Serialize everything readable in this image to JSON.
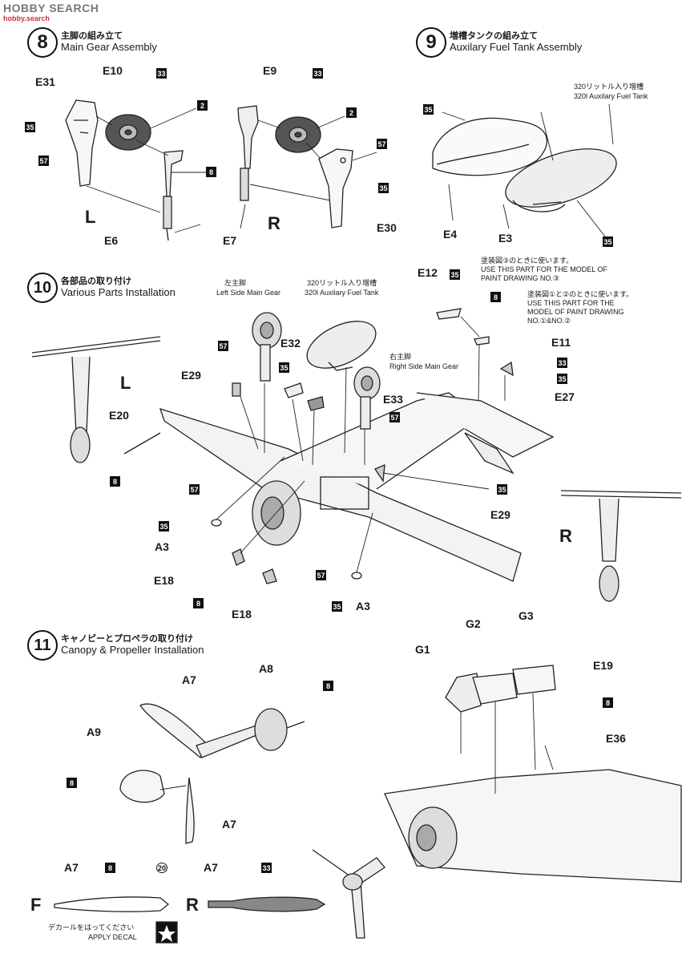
{
  "watermark": {
    "main": "HOBBY SEARCH",
    "sub": "hobby.search"
  },
  "steps": [
    {
      "number": "8",
      "title_jp": "主脚の組み立て",
      "title_en": "Main Gear Assembly"
    },
    {
      "number": "9",
      "title_jp": "増槽タンクの組み立て",
      "title_en": "Auxilary Fuel Tank Assembly"
    },
    {
      "number": "10",
      "title_jp": "各部品の取り付け",
      "title_en": "Various Parts Installation"
    },
    {
      "number": "11",
      "title_jp": "キャノピーとプロペラの取り付け",
      "title_en": "Canopy & Propeller Installation"
    }
  ],
  "side_letters": {
    "L": "L",
    "R": "R",
    "F": "F"
  },
  "parts": {
    "E31": "E31",
    "E10": "E10",
    "E9": "E9",
    "E6": "E6",
    "E7": "E7",
    "E30": "E30",
    "E4": "E4",
    "E3": "E3",
    "E12": "E12",
    "E11": "E11",
    "E32": "E32",
    "E29": "E29",
    "E20": "E20",
    "E33": "E33",
    "E27": "E27",
    "A3": "A3",
    "E18": "E18",
    "A7": "A7",
    "A8": "A8",
    "A9": "A9",
    "G1": "G1",
    "G2": "G2",
    "G3": "G3",
    "E19": "E19",
    "E36": "E36"
  },
  "paint": {
    "p33": "33",
    "p35": "35",
    "p57": "57",
    "p2": "2",
    "p8": "8",
    "p20": "20"
  },
  "notes": {
    "fuel_tank_jp": "320リットル入り増槽",
    "fuel_tank_en": "320l Auxilary Fuel Tank",
    "left_gear_jp": "左主脚",
    "left_gear_en": "Left Side Main Gear",
    "right_gear_jp": "右主脚",
    "right_gear_en": "Right Side Main Gear",
    "e12_jp": "塗装図③のときに使います。",
    "e12_en1": "USE THIS PART FOR THE MODEL OF",
    "e12_en2": "PAINT DRAWING NO.③",
    "e11_jp": "塗装図①と②のときに使います。",
    "e11_en1": "USE THIS PART FOR THE",
    "e11_en2": "MODEL OF PAINT DRAWING",
    "e11_en3": "NO.①&NO.②",
    "decal_jp": "デカールをはってください",
    "decal_en": "APPLY DECAL"
  }
}
